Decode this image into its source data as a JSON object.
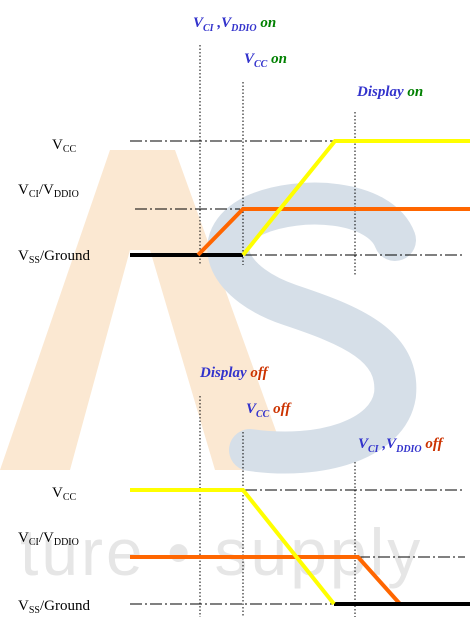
{
  "colors": {
    "vcc": "#ffff00",
    "vci": "#ff6600",
    "vss": "#000000",
    "annotation_blue": "#3333cc",
    "on_green": "#008000",
    "off_red": "#cc3300"
  },
  "watermark": {
    "text": "ture • supply",
    "colors": {
      "a_shape": "#fbe8d2",
      "s_shape": "#d6dfe8"
    }
  },
  "power_on": {
    "annotations": {
      "vci_vddio_on": {
        "v1": "V",
        "s1": "CI",
        "sep": " ,",
        "v2": "V",
        "s2": "DDIO",
        "state": " on"
      },
      "vcc_on": {
        "v": "V",
        "s": "CC",
        "state": " on"
      },
      "display_on": {
        "word": "Display",
        "state": " on"
      }
    },
    "labels": {
      "vcc": {
        "main": "V",
        "sub": "CC"
      },
      "vci": {
        "main1": "V",
        "sub1": "CI",
        "mid": "/V",
        "sub2": "DDIO"
      },
      "vss": {
        "main": "V",
        "sub": "SS",
        "rest": "/Ground"
      }
    }
  },
  "power_off": {
    "annotations": {
      "display_off": {
        "word": "Display",
        "state": " off"
      },
      "vcc_off": {
        "v": "V",
        "s": "CC",
        "state": " off"
      },
      "vci_vddio_off": {
        "v1": "V",
        "s1": "CI",
        "sep": " ,",
        "v2": "V",
        "s2": "DDIO",
        "state": " off"
      }
    },
    "labels": {
      "vcc": {
        "main": "V",
        "sub": "CC"
      },
      "vci": {
        "main1": "V",
        "sub1": "CI",
        "mid": "/V",
        "sub2": "DDIO"
      },
      "vss": {
        "main": "V",
        "sub": "SS",
        "rest": "/Ground"
      }
    }
  }
}
